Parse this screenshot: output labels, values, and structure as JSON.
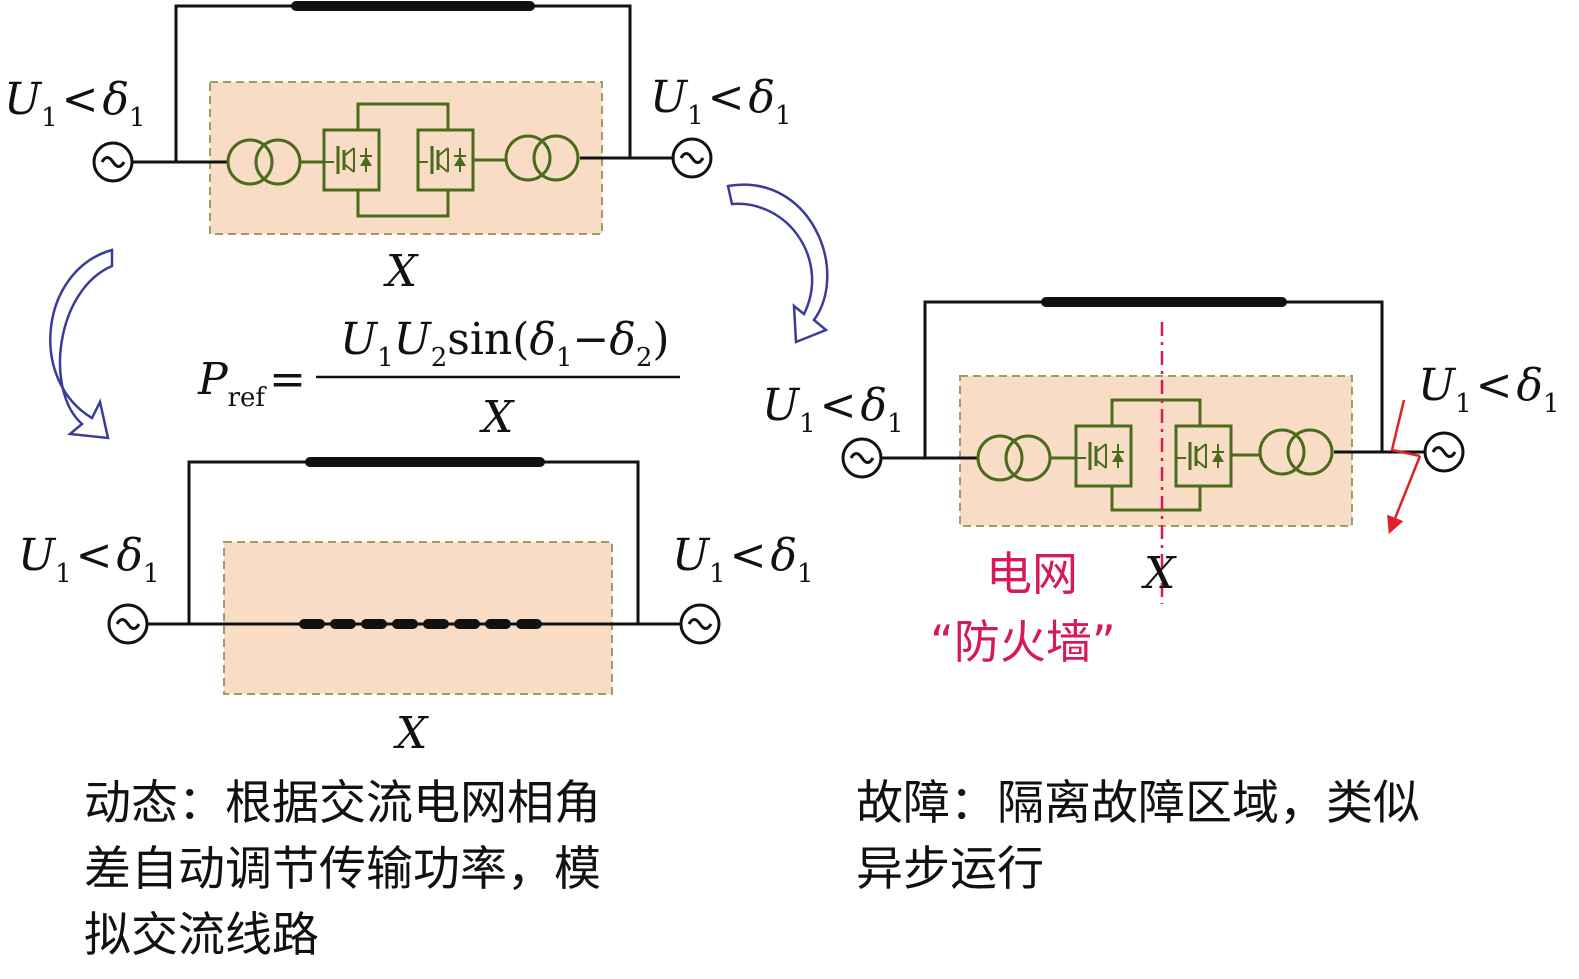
{
  "labels": {
    "U": "U",
    "sub1": "1",
    "sub2": "2",
    "lt": "<",
    "delta": "δ",
    "X": "X",
    "P": "P",
    "ref": "ref",
    "eq": "=",
    "sin_open": "sin(",
    "minus": "−",
    "close": ")"
  },
  "firewall": {
    "line1": "电网",
    "line2": "“防火墙”"
  },
  "captions": {
    "dynamic": [
      "动态：根据交流电网相角",
      "差自动调节传输功率，模",
      "拟交流线路"
    ],
    "fault": [
      "故障：隔离故障区域，类似",
      "异步运行"
    ]
  },
  "colors": {
    "box_fill": "#f9dcc5",
    "box_border": "#9aa060",
    "symbol": "#4a6b1a",
    "arrow": "#3b3b9a",
    "firewall": "#d6195a",
    "fault_arrow": "#e0202a"
  }
}
